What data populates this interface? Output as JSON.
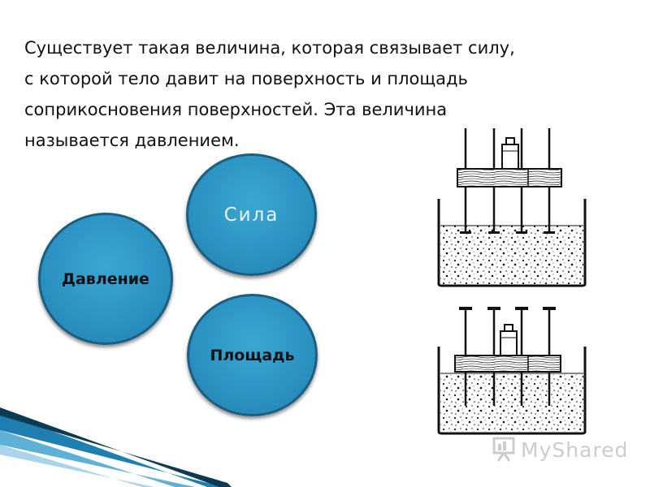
{
  "slide": {
    "text_lines": [
      "Существует такая величина, которая связывает силу,",
      "с которой тело давит на поверхность и площадь",
      "соприкосновения поверхностей. Эта величина",
      "называется давлением."
    ],
    "circles": {
      "force": "Сила",
      "pressure": "Давление",
      "area": "Площадь"
    },
    "watermark": "MyShared",
    "colors": {
      "circle_fill": "#2b92c2",
      "circle_border": "#1a5f82",
      "accent_stripes": "#1e7fb0"
    },
    "icons": [
      "nail-board-diagram",
      "presentation-icon"
    ]
  }
}
